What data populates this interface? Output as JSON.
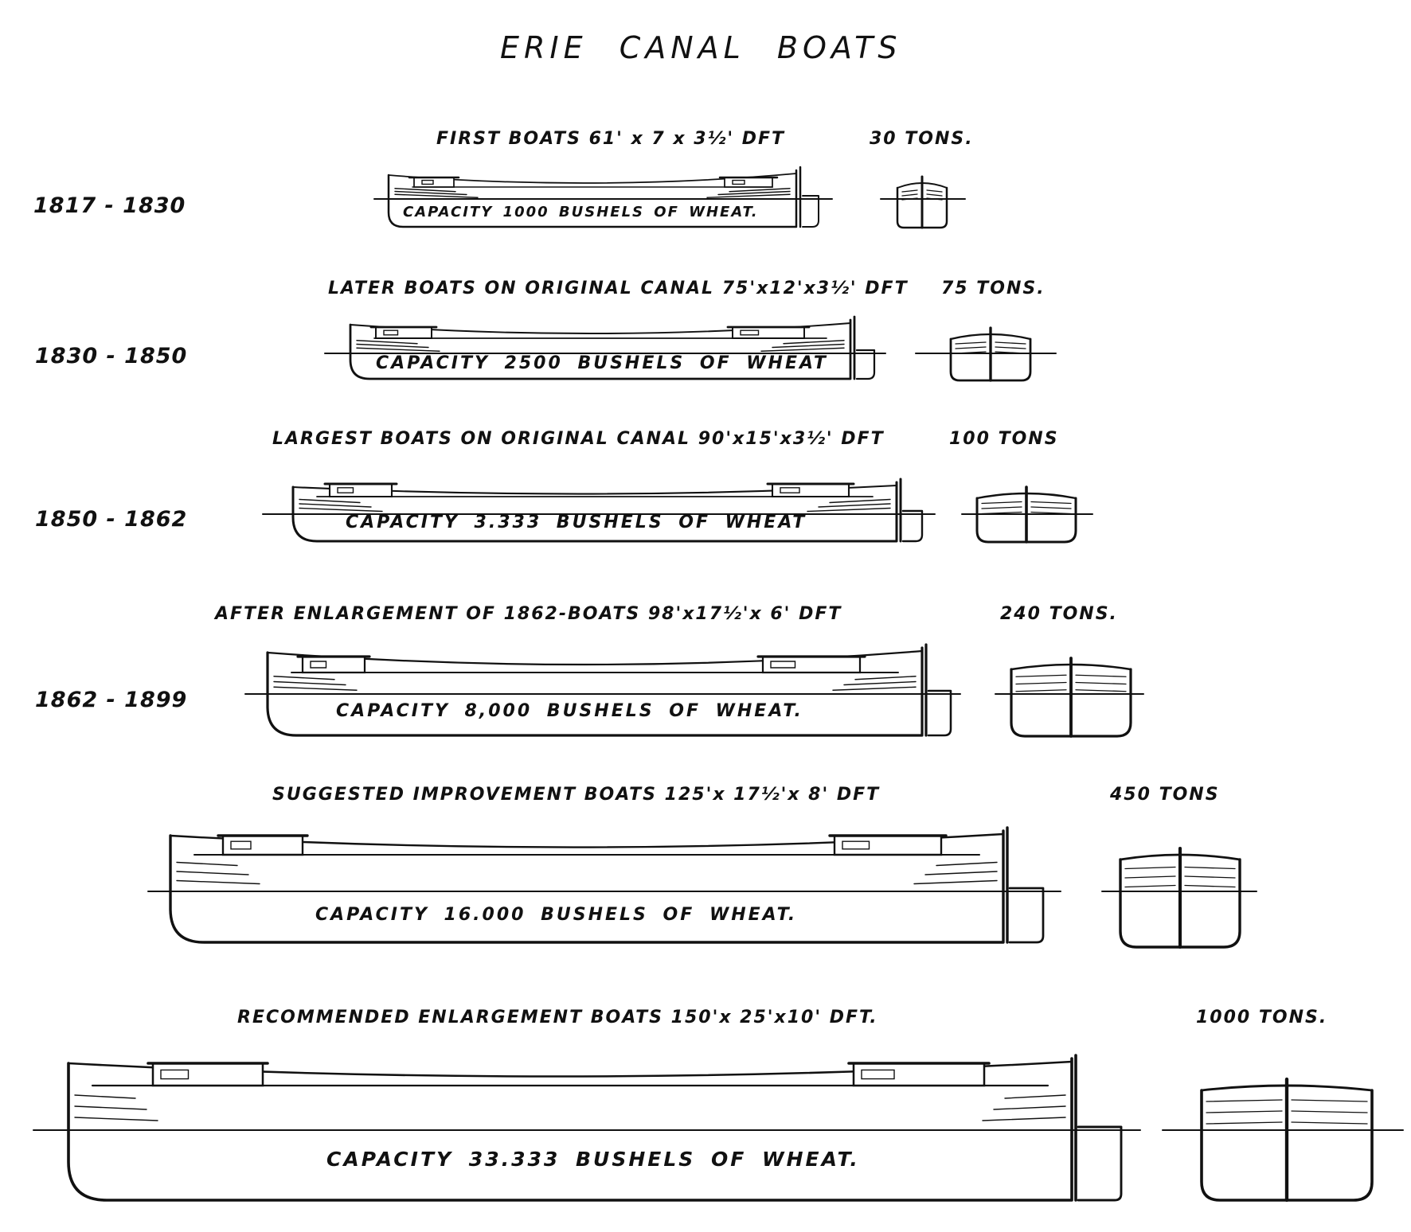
{
  "title": "ERIE   CANAL   BOATS",
  "boats": [
    {
      "period": "1817 - 1830",
      "description": "FIRST BOATS   61' x 7 x 3½' DFT",
      "tonnage": "30 TONS.",
      "capacity_text": "CAPACITY   1000 BUSHELS OF WHEAT."
    },
    {
      "period": "1830 - 1850",
      "description": "LATER  BOATS ON ORIGINAL CANAL  75'x12'x3½' DFT",
      "tonnage": "75 TONS.",
      "capacity_text": "CAPACITY   2500  BUSHELS  OF  WHEAT"
    },
    {
      "period": "1850 - 1862",
      "description": "LARGEST  BOATS ON ORIGINAL CANAL  90'x15'x3½' DFT",
      "tonnage": "100 TONS",
      "capacity_text": "CAPACITY    3.333   BUSHELS   OF  WHEAT"
    },
    {
      "period": "1862 - 1899",
      "description": "AFTER  ENLARGEMENT  OF 1862-BOATS   98'x17½'x 6' DFT",
      "tonnage": "240 TONS.",
      "capacity_text": "CAPACITY  8,000  BUSHELS  OF  WHEAT."
    },
    {
      "period": "",
      "description": "SUGGESTED   IMPROVEMENT     BOATS 125'x 17½'x 8' DFT",
      "tonnage": "450 TONS",
      "capacity_text": "CAPACITY    16.000   BUSHELS   OF   WHEAT."
    },
    {
      "period": "",
      "description": "RECOMMENDED   ENLARGEMENT    BOATS 150'x 25'x10' DFT.",
      "tonnage": "1000   TONS.",
      "capacity_text": "CAPACITY    33.333   BUSHELS OF WHEAT."
    }
  ]
}
